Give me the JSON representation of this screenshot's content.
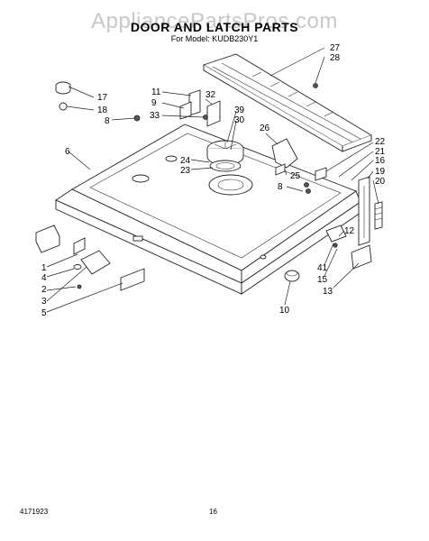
{
  "watermark": "AppliancePartsPros.com",
  "header": {
    "title": "DOOR AND LATCH PARTS",
    "model_line": "For Model: KUDB230Y1"
  },
  "callouts": [
    "1",
    "2",
    "3",
    "4",
    "5",
    "6",
    "8",
    "8",
    "9",
    "10",
    "11",
    "12",
    "13",
    "15",
    "16",
    "17",
    "18",
    "19",
    "20",
    "21",
    "22",
    "23",
    "24",
    "25",
    "26",
    "27",
    "28",
    "30",
    "32",
    "33",
    "39",
    "41"
  ],
  "footer": {
    "doc_number": "4171923",
    "page_number": "16"
  }
}
